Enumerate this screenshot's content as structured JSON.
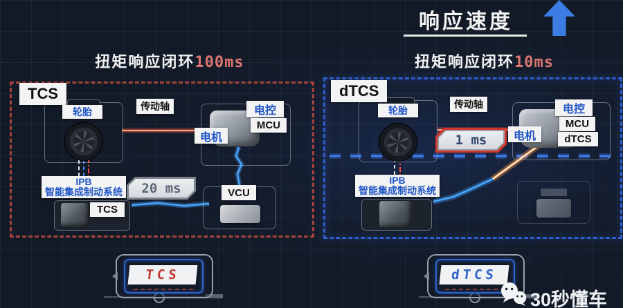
{
  "title": "响应速度",
  "icons": {
    "trend_arrow": "arrow-up",
    "brand_logo": "wechat"
  },
  "subtitles": {
    "left_prefix": "扭矩响应闭环",
    "left_value": "100ms",
    "right_prefix": "扭矩响应闭环",
    "right_value": "10ms"
  },
  "panels": {
    "tcs": {
      "tag": "TCS",
      "tire": "轮胎",
      "driveshaft": "传动轴",
      "ecu": "电控",
      "mcu": "MCU",
      "motor": "电机",
      "ipb_line1": "IPB",
      "ipb_line2": "智能集成制动系统",
      "ipb_mode": "TCS",
      "latency": "20 ms",
      "vcu": "VCU"
    },
    "dtcs": {
      "tag": "dTCS",
      "tire": "轮胎",
      "driveshaft": "传动轴",
      "ecu": "电控",
      "mcu": "MCU",
      "mcu_sub": "dTCS",
      "motor": "电机",
      "ipb_line1": "IPB",
      "ipb_line2": "智能集成制动系统",
      "latency": "1 ms"
    }
  },
  "bottom_badges": {
    "left": "TCS",
    "right": "dTCS"
  },
  "footer": {
    "brand": "30秒懂车"
  },
  "colors": {
    "background": "#131a27",
    "accent_salmon": "#dd7670",
    "panel_red_dash": "#a8433b",
    "panel_blue_dash": "#2e5ed0",
    "label_blue": "#1f55c4",
    "arrow_blue": "#3b7de2",
    "badge_tcs_text": "#c23b33",
    "badge_dtcs_text": "#2f62c8"
  }
}
